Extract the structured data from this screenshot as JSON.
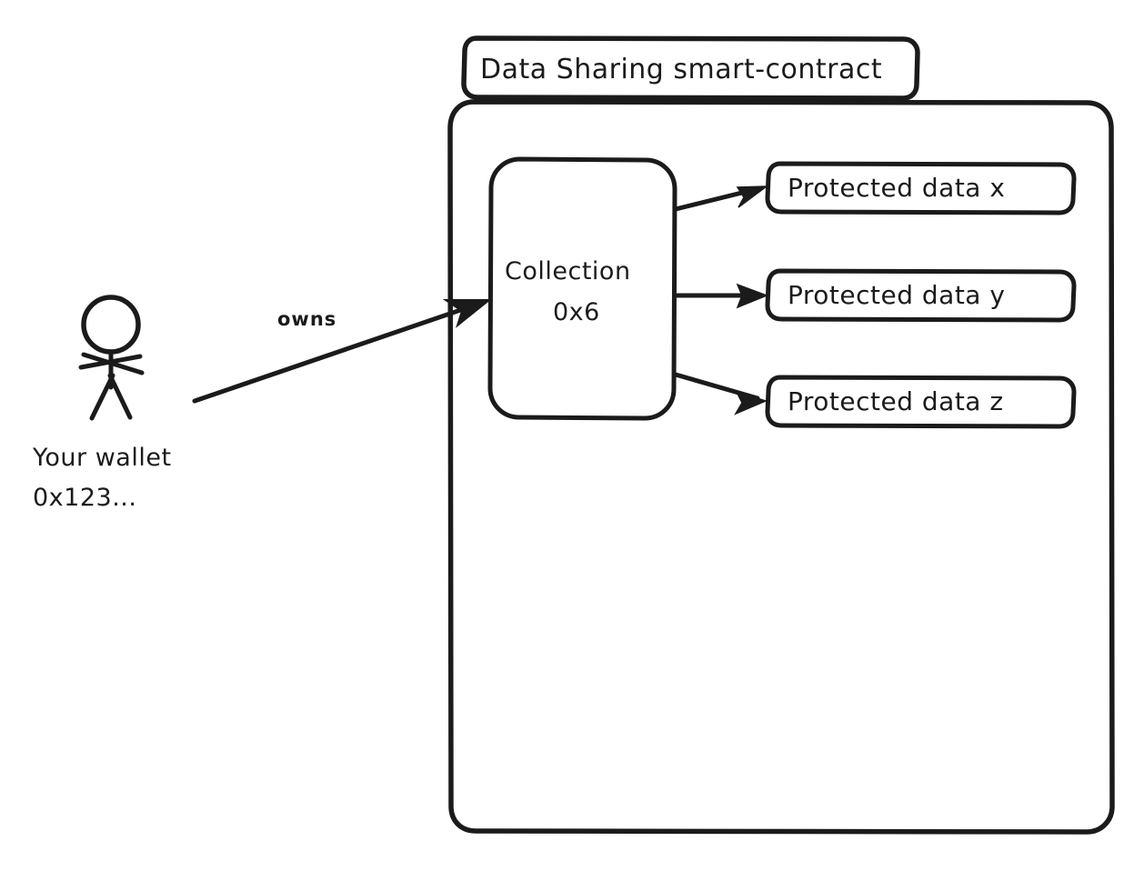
{
  "diagram": {
    "title": "Data Sharing smart-contract",
    "background_color": "#ffffff",
    "stroke_color": "#1b1b1b",
    "style": "hand-drawn-sketch",
    "container": {
      "label": "Data Sharing smart-contract",
      "name": "smart-contract-container"
    },
    "actor": {
      "icon": "stick-figure-person-icon",
      "label_line1": "Your wallet",
      "label_line2": "0x123..."
    },
    "nodes": [
      {
        "id": "collection",
        "label_line1": "Collection",
        "label_line2": "0x6"
      },
      {
        "id": "data-x",
        "label": "Protected data x"
      },
      {
        "id": "data-y",
        "label": "Protected data y"
      },
      {
        "id": "data-z",
        "label": "Protected data z"
      }
    ],
    "edges": [
      {
        "id": "wallet-owns-collection",
        "from": "wallet",
        "to": "collection",
        "label": "owns"
      },
      {
        "id": "collection-to-data-x",
        "from": "collection",
        "to": "data-x",
        "label": ""
      },
      {
        "id": "collection-to-data-y",
        "from": "collection",
        "to": "data-y",
        "label": ""
      },
      {
        "id": "collection-to-data-z",
        "from": "collection",
        "to": "data-z",
        "label": ""
      }
    ]
  }
}
